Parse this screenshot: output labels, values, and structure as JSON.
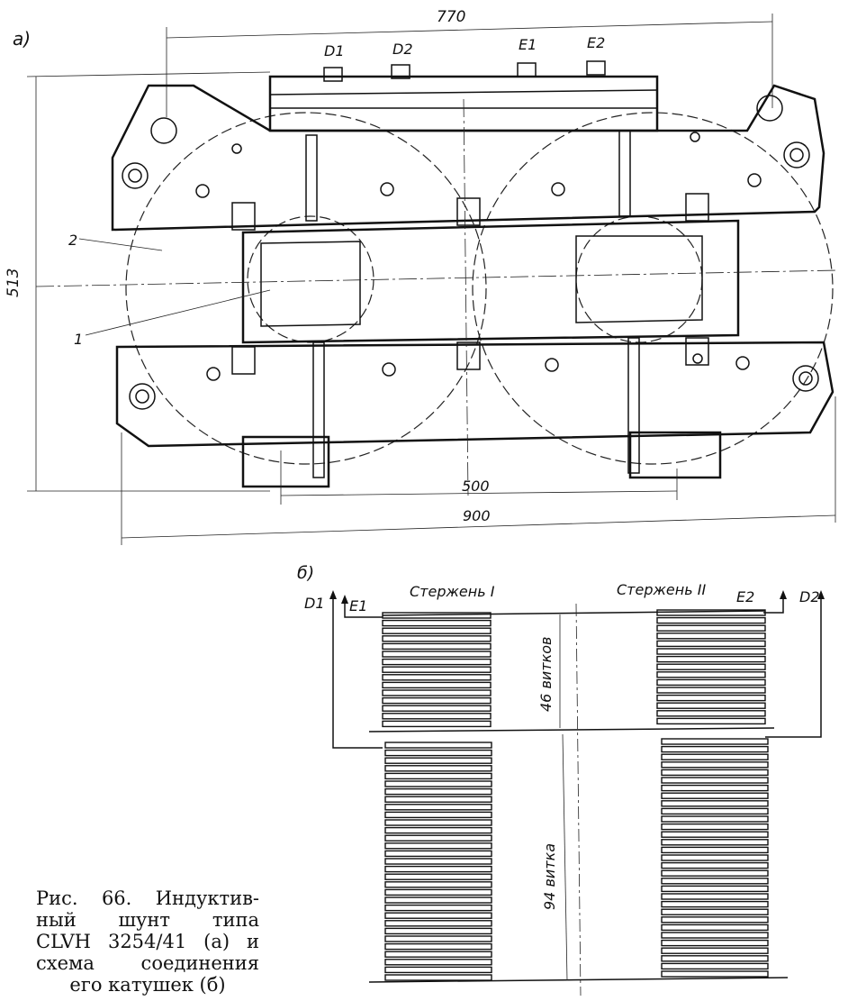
{
  "part_a": {
    "label": "а)",
    "dim_top": "770",
    "dim_height": "513",
    "dim_500": "500",
    "dim_900": "900",
    "terminals": [
      "D1",
      "D2",
      "E1",
      "E2"
    ],
    "callout_2": "2",
    "callout_1": "1"
  },
  "part_b": {
    "label": "б)",
    "d1": "D1",
    "e1": "E1",
    "e2": "E2",
    "d2": "D2",
    "core_1": "Стержень I",
    "core_2": "Стержень II",
    "turns_top": "46 витков",
    "turns_bottom": "94 витка"
  },
  "caption": {
    "lines": [
      "Рис. 66. Индуктив-",
      "ный шунт типа",
      "CLVH 3254/41 (а) и",
      "схема соединения",
      "его катушек (б)"
    ]
  }
}
